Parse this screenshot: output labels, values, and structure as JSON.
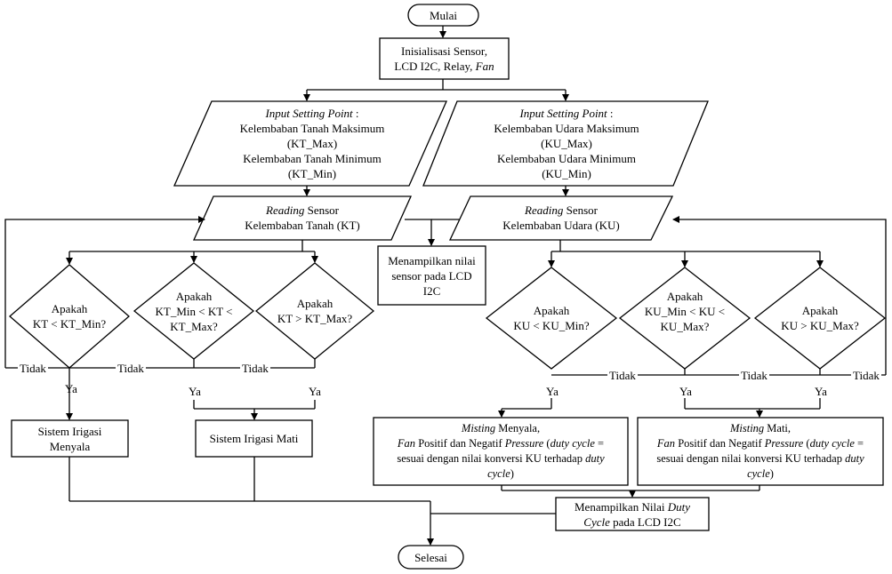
{
  "start": "Mulai",
  "end": "Selesai",
  "init": {
    "line1": "Inisialisasi Sensor,",
    "line2_pre": "LCD I2C, Relay, ",
    "line2_it": "Fan"
  },
  "input_soil": {
    "head": "Input Setting Point",
    "head_suffix": " :",
    "l1": "Kelembaban Tanah Maksimum",
    "l2": "(KT_Max)",
    "l3": "Kelembaban Tanah Minimum",
    "l4": "(KT_Min)"
  },
  "input_air": {
    "head": "Input Setting Point",
    "head_suffix": " :",
    "l1": "Kelembaban Udara Maksimum",
    "l2": "(KU_Max)",
    "l3": "Kelembaban Udara Minimum",
    "l4": "(KU_Min)"
  },
  "read_soil": {
    "it": "Reading",
    "rest": " Sensor",
    "l2": "Kelembaban Tanah (KT)"
  },
  "read_air": {
    "it": "Reading",
    "rest": " Sensor",
    "l2": "Kelembaban Udara (KU)"
  },
  "display_sensor": {
    "l1": "Menampilkan nilai",
    "l2": "sensor pada LCD",
    "l3": "I2C"
  },
  "decisions": {
    "kt_min": {
      "l1": "Apakah",
      "l2": "KT < KT_Min?"
    },
    "kt_mid": {
      "l1": "Apakah",
      "l2": "KT_Min < KT <",
      "l3": "KT_Max?"
    },
    "kt_max": {
      "l1": "Apakah",
      "l2": "KT > KT_Max?"
    },
    "ku_min": {
      "l1": "Apakah",
      "l2": "KU < KU_Min?"
    },
    "ku_mid": {
      "l1": "Apakah",
      "l2": "KU_Min < KU <",
      "l3": "KU_Max?"
    },
    "ku_max": {
      "l1": "Apakah",
      "l2": "KU > KU_Max?"
    }
  },
  "labels": {
    "yes": "Ya",
    "no": "Tidak"
  },
  "irrigation_on": {
    "l1": "Sistem Irigasi",
    "l2": "Menyala"
  },
  "irrigation_off": "Sistem Irigasi Mati",
  "misting_on": {
    "it1": "Misting",
    "r1": " Menyala,",
    "it2": "Fan",
    "r2a": " Positif dan Negatif ",
    "it3": "Pressure",
    "r2b": " (",
    "it4": "duty cycle",
    "r2c": " =",
    "r3": "sesuai dengan nilai konversi KU terhadap ",
    "it5": "duty",
    "it6": "cycle",
    "r4": ")"
  },
  "misting_off": {
    "it1": "Misting",
    "r1": " Mati,",
    "it2": "Fan",
    "r2a": " Positif dan Negatif ",
    "it3": "Pressure",
    "r2b": " (",
    "it4": "duty cycle",
    "r2c": " =",
    "r3": "sesuai dengan nilai konversi KU terhadap ",
    "it5": "duty",
    "it6": "cycle",
    "r4": ")"
  },
  "display_duty": {
    "l1": "Menampilkan Nilai ",
    "it1": "Duty",
    "it2": "Cycle",
    "l2": " pada LCD I2C"
  }
}
